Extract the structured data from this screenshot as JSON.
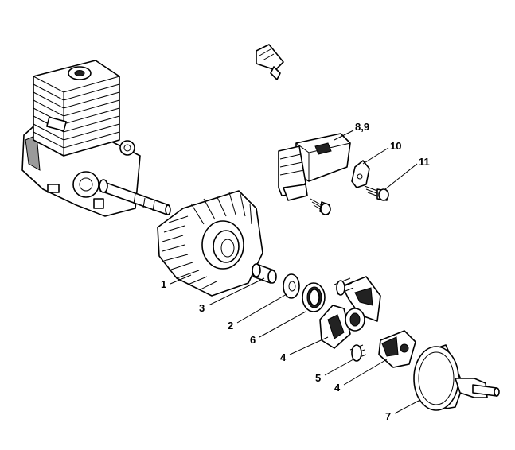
{
  "callouts": [
    {
      "id": "c1",
      "text": "1",
      "part": "flywheel"
    },
    {
      "id": "c3",
      "text": "3",
      "part": "spacer-sleeve"
    },
    {
      "id": "c2",
      "text": "2",
      "part": "washer"
    },
    {
      "id": "c6",
      "text": "6",
      "part": "ring"
    },
    {
      "id": "c4a",
      "text": "4",
      "part": "clutch-shoe"
    },
    {
      "id": "c5",
      "text": "5",
      "part": "clutch-spring"
    },
    {
      "id": "c4b",
      "text": "4",
      "part": "clutch-shoe-small"
    },
    {
      "id": "c7",
      "text": "7",
      "part": "clutch-drum"
    },
    {
      "id": "c89",
      "text": "8,9",
      "part": "ignition-module"
    },
    {
      "id": "c10",
      "text": "10",
      "part": "bracket"
    },
    {
      "id": "c11",
      "text": "11",
      "part": "screw"
    }
  ]
}
